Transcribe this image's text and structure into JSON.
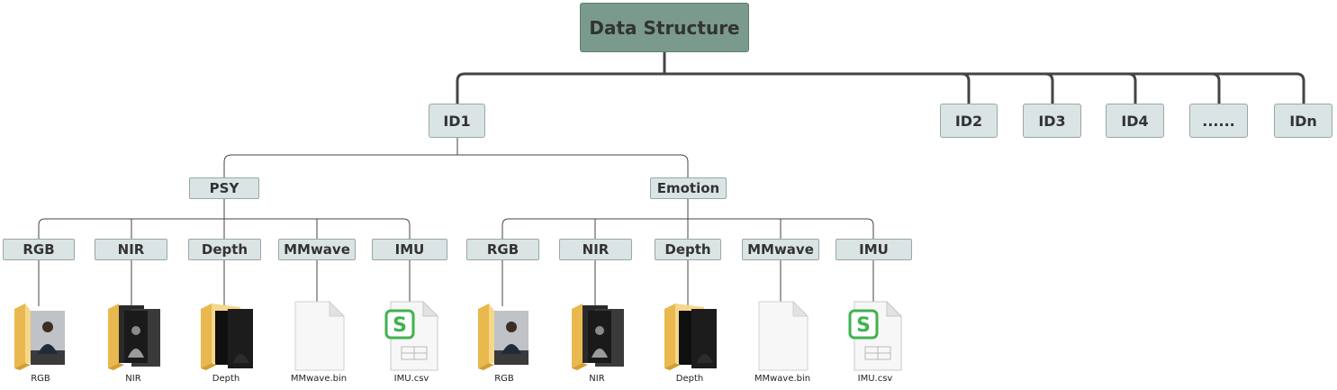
{
  "root": {
    "label": "Data Structure"
  },
  "ids": [
    {
      "label": "ID1"
    },
    {
      "label": "ID2"
    },
    {
      "label": "ID3"
    },
    {
      "label": "ID4"
    },
    {
      "label": "......"
    },
    {
      "label": "IDn"
    }
  ],
  "categories": [
    {
      "label": "PSY"
    },
    {
      "label": "Emotion"
    }
  ],
  "modalities": [
    {
      "label": "RGB"
    },
    {
      "label": "NIR"
    },
    {
      "label": "Depth"
    },
    {
      "label": "MMwave"
    },
    {
      "label": "IMU"
    },
    {
      "label": "RGB"
    },
    {
      "label": "NIR"
    },
    {
      "label": "Depth"
    },
    {
      "label": "MMwave"
    },
    {
      "label": "IMU"
    }
  ],
  "files": [
    {
      "caption": "RGB",
      "icon": "rgb-folder-icon"
    },
    {
      "caption": "NIR",
      "icon": "nir-folder-icon"
    },
    {
      "caption": "Depth",
      "icon": "depth-folder-icon"
    },
    {
      "caption": "MMwave.bin",
      "icon": "bin-file-icon"
    },
    {
      "caption": "IMU.csv",
      "icon": "csv-file-icon"
    },
    {
      "caption": "RGB",
      "icon": "rgb-folder-icon"
    },
    {
      "caption": "NIR",
      "icon": "nir-folder-icon"
    },
    {
      "caption": "Depth",
      "icon": "depth-folder-icon"
    },
    {
      "caption": "MMwave.bin",
      "icon": "bin-file-icon"
    },
    {
      "caption": "IMU.csv",
      "icon": "csv-file-icon"
    }
  ],
  "colors": {
    "root_fill": "#7a9a8c",
    "node_fill": "#dbe4e4",
    "line": "#444444",
    "csv_green": "#3fb34f",
    "folder_yellow": "#f3d27a"
  }
}
